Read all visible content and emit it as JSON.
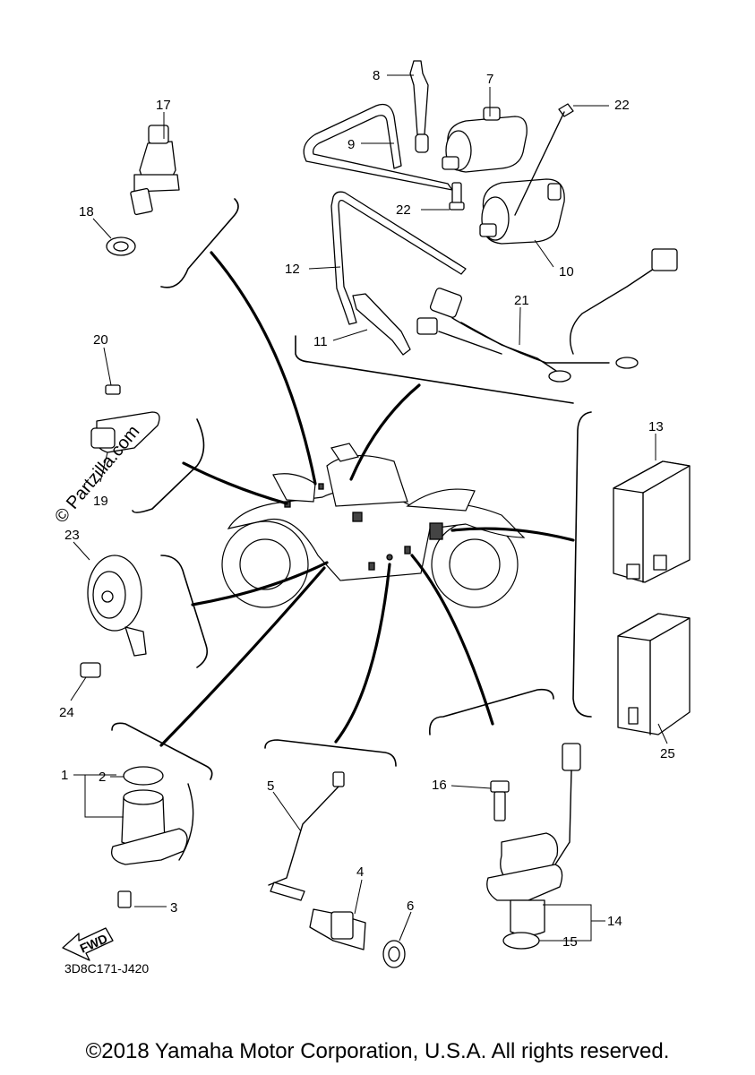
{
  "diagram": {
    "callouts": [
      "1",
      "2",
      "3",
      "4",
      "5",
      "6",
      "7",
      "8",
      "9",
      "10",
      "11",
      "12",
      "13",
      "14",
      "15",
      "16",
      "17",
      "18",
      "19",
      "20",
      "21",
      "22",
      "22",
      "23",
      "24",
      "25"
    ],
    "drawing_code": "3D8C171-J420",
    "fwd_label": "FWD",
    "watermark": "© Partzilla.com"
  },
  "footer": {
    "copyright": "©2018 Yamaha Motor Corporation, U.S.A. All rights reserved."
  }
}
